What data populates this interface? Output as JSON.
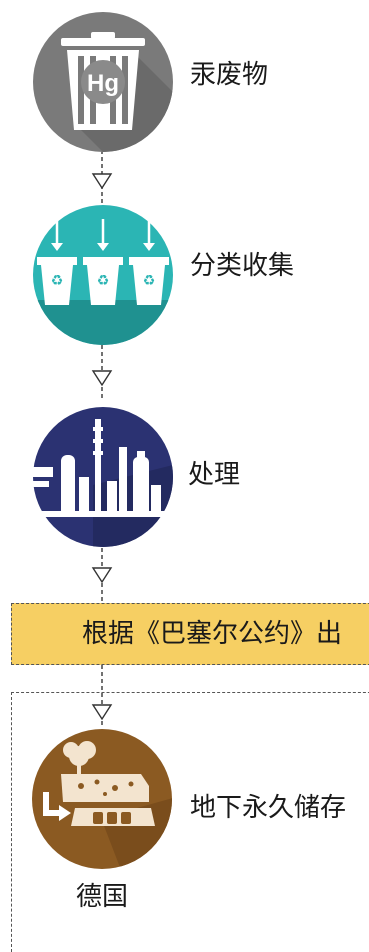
{
  "steps": [
    {
      "label": "汞废物",
      "badge": "Hg"
    },
    {
      "label": "分类收集"
    },
    {
      "label": "处理"
    },
    {
      "label": "地下永久储存"
    }
  ],
  "banner": {
    "text": "根据《巴塞尔公约》出"
  },
  "country": {
    "label": "德国"
  },
  "colors": {
    "step1": "#7a7a7a",
    "step2": "#2bb5b4",
    "step3": "#2b3272",
    "step4": "#8b5a22",
    "banner": "#f6cf63"
  }
}
